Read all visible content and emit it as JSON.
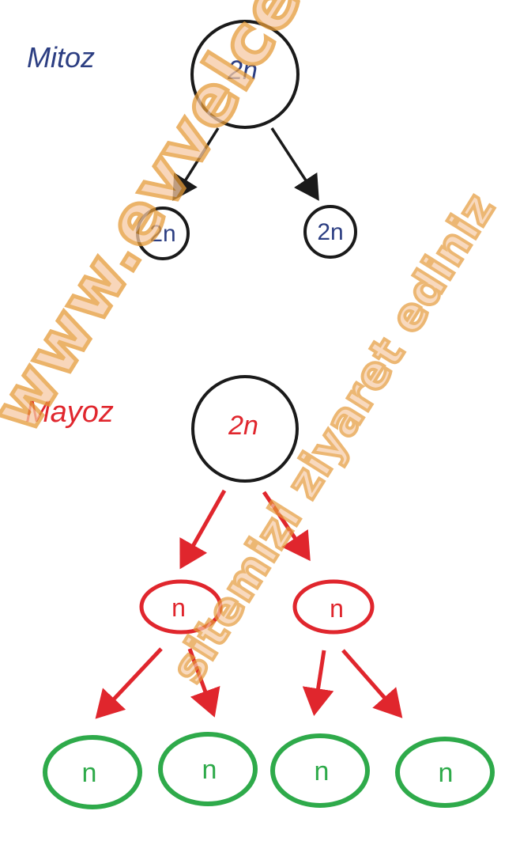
{
  "mitosis": {
    "title": "Mitoz",
    "parent": "2n",
    "children": [
      "2n",
      "2n"
    ]
  },
  "meiosis": {
    "title": "Mayoz",
    "parent": "2n",
    "level1": [
      "n",
      "n"
    ],
    "level2": [
      "n",
      "n",
      "n",
      "n"
    ]
  },
  "colors": {
    "mitoz_label": "#2c3e82",
    "mayoz_label": "#e0262d",
    "meiosis_level1": "#e0262d",
    "meiosis_level2": "#2eaa4a",
    "outline": "#1a1a1a"
  },
  "watermark": {
    "line1": "www.evvelcevap.com",
    "line2": "sitemizi ziyaret ediniz"
  }
}
